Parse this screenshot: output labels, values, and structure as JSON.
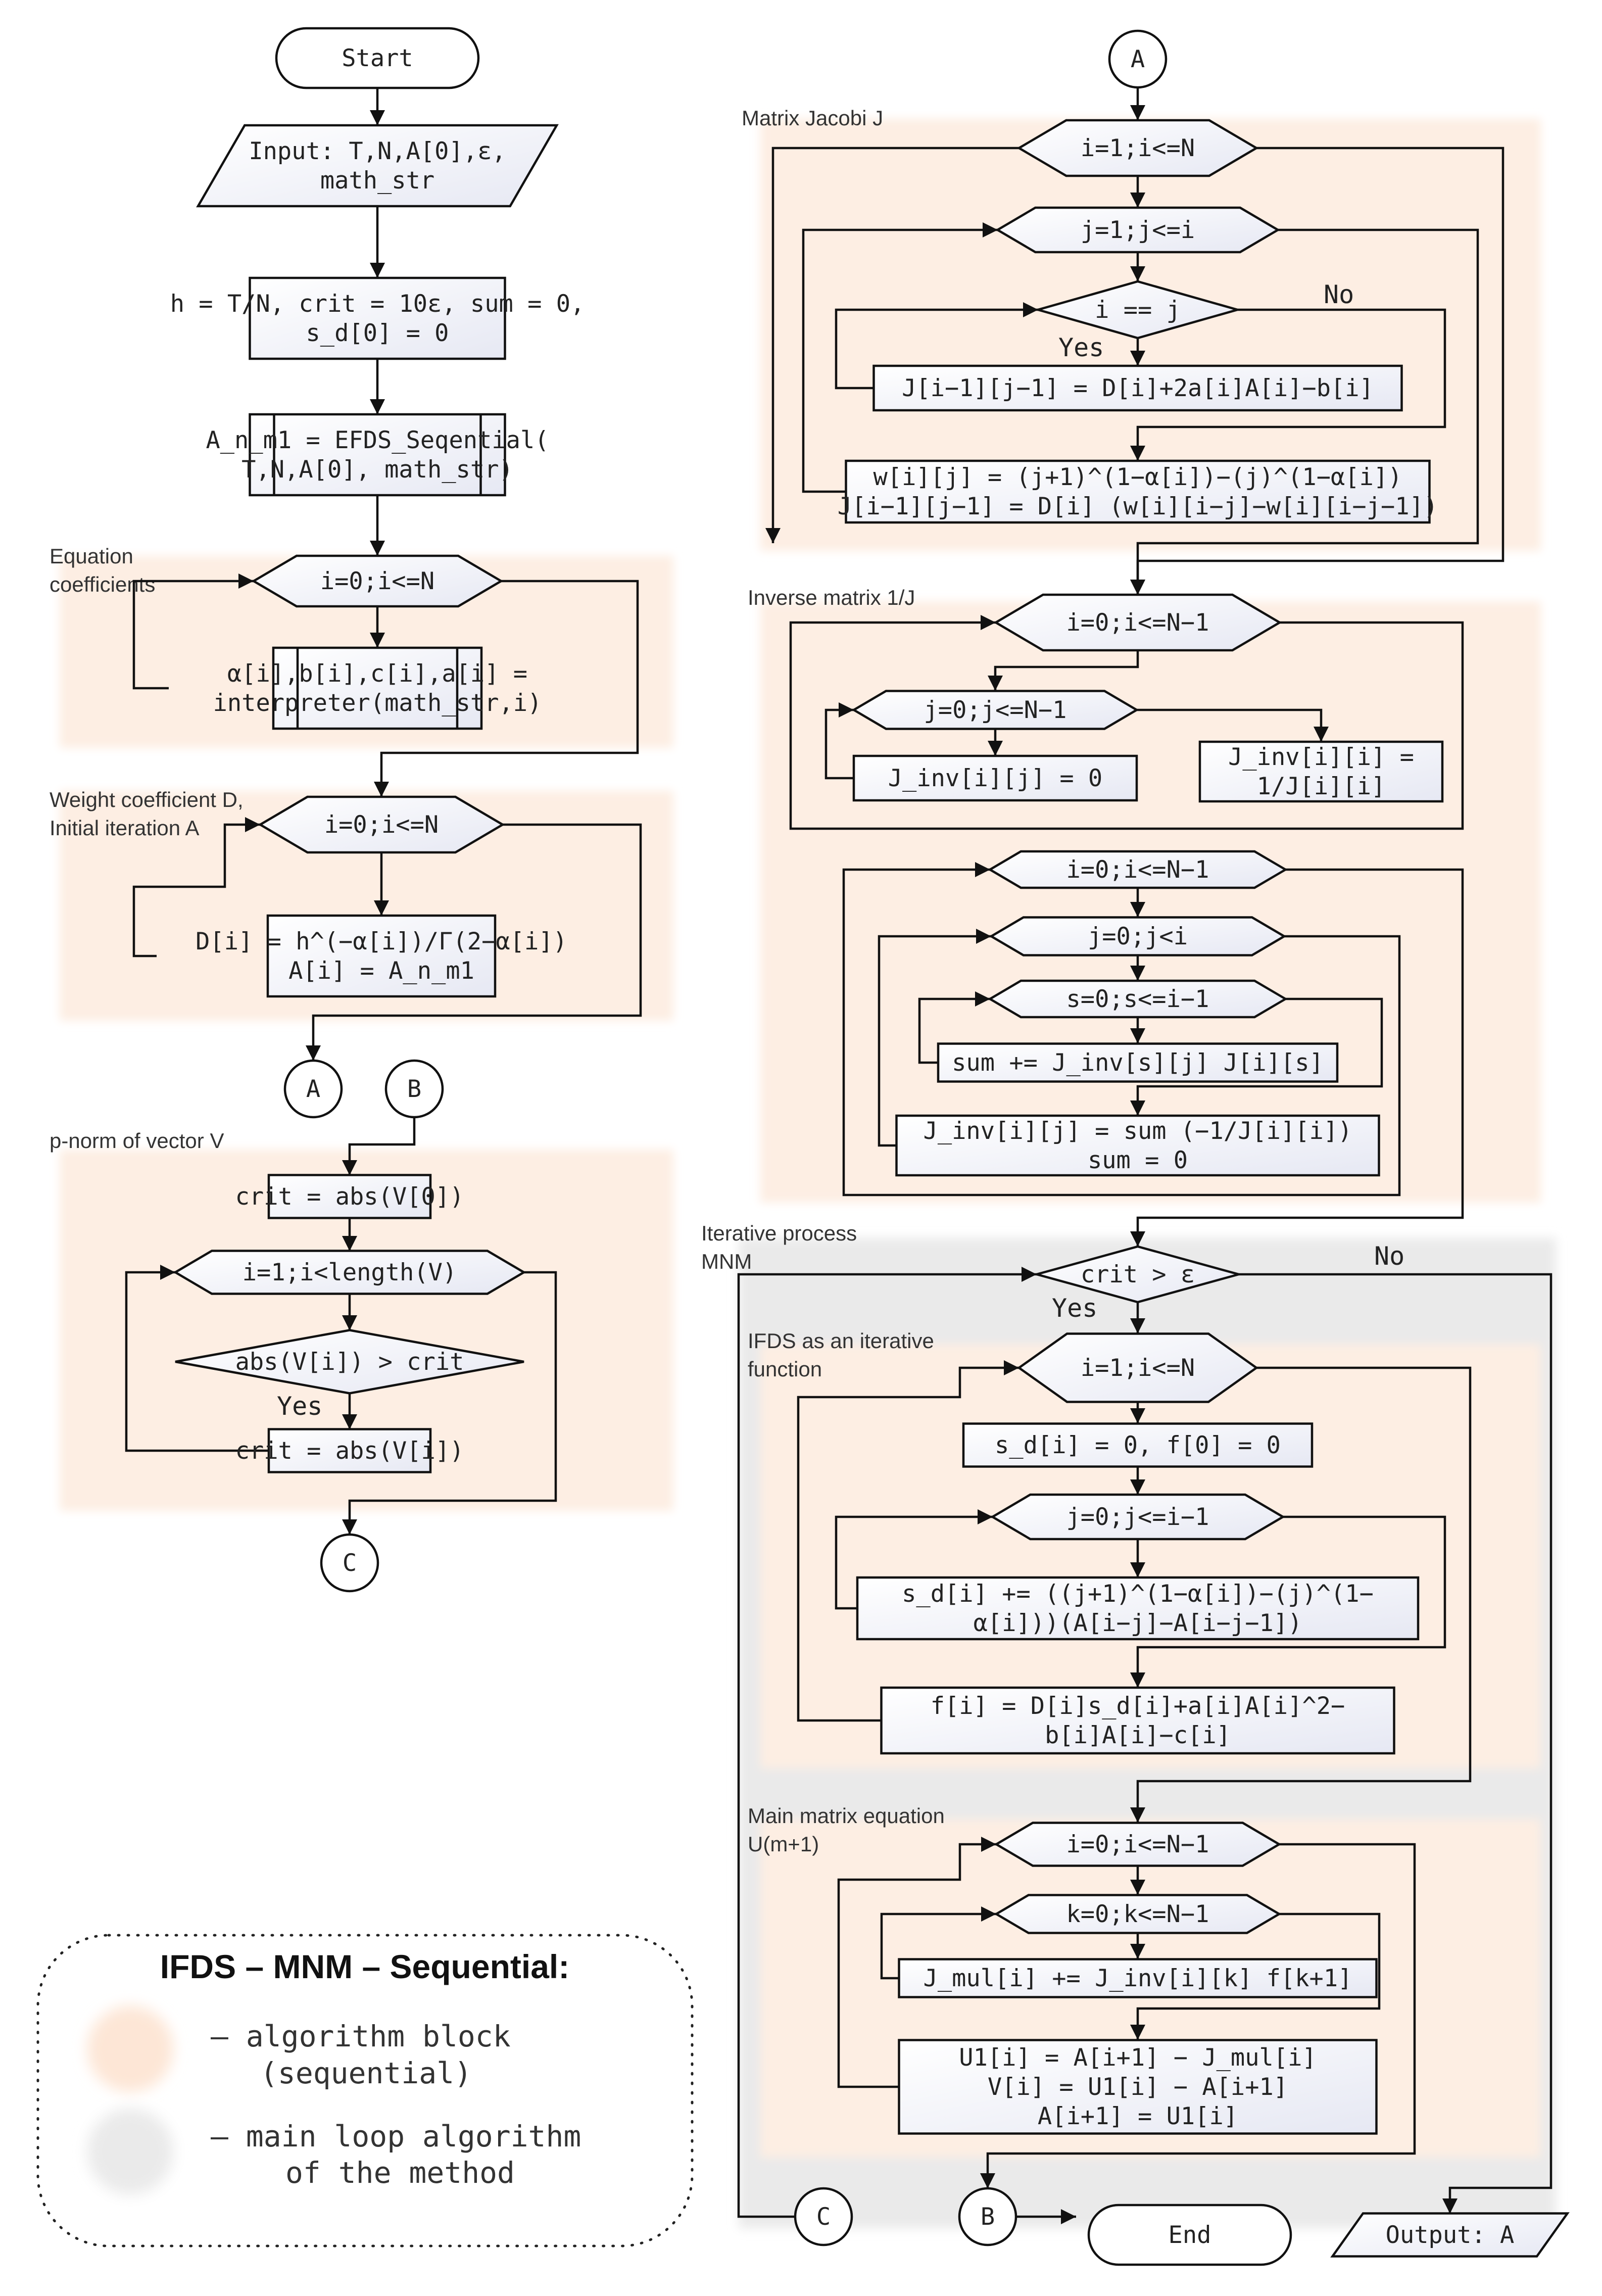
{
  "nodes": {
    "start": "Start",
    "input": [
      "Input: T,N,A[0],ε,",
      "math_str"
    ],
    "init": [
      "h = T/N, crit = 10ε, sum = 0,",
      "s_d[0] = 0"
    ],
    "efds": [
      "A_n_m1 = EFDS_Seqential(",
      "T,N,A[0], math_str)"
    ],
    "loop_coef": "i=0;i<=N",
    "interp": [
      "α[i],b[i],c[i],a[i] =",
      "interpreter(math_str,i)"
    ],
    "loop_weight": "i=0;i<=N",
    "weight": [
      "D[i] = h^(−α[i])/Γ(2−α[i])",
      "A[i] = A_n_m1"
    ],
    "conn_a1": "A",
    "conn_b1": "B",
    "pn_crit0": "crit = abs(V[0])",
    "pn_loop": "i=1;i<length(V)",
    "pn_cond": "abs(V[i]) > crit",
    "pn_set": "crit = abs(V[i])",
    "conn_c1": "C",
    "conn_a2": "A",
    "j_loop_i": "i=1;i<=N",
    "j_loop_j": "j=1;j<=i",
    "j_cond": "i == j",
    "j_diag": "J[i−1][j−1] = D[i]+2a[i]A[i]−b[i]",
    "j_off": [
      "w[i][j] = (j+1)^(1−α[i])−(j)^(1−α[i])",
      "J[i−1][j−1] = D[i] (w[i][i−j]−w[i][i−j−1])"
    ],
    "inv_loop_i": "i=0;i<=N−1",
    "inv_loop_j": "j=0;j<=N−1",
    "inv_zero": "J_inv[i][j] = 0",
    "inv_diag": [
      "J_inv[i][i] =",
      "1/J[i][i]"
    ],
    "inv2_loop_i": "i=0;i<=N−1",
    "inv2_loop_j": "j=0;j<i",
    "inv2_loop_s": "s=0;s<=i−1",
    "inv2_sum": "sum += J_inv[s][j] J[i][s]",
    "inv2_set": [
      "J_inv[i][j] = sum (−1/J[i][i])",
      "sum = 0"
    ],
    "mnm_cond": "crit > ε",
    "ifds_loop_i": "i=1;i<=N",
    "ifds_init": "s_d[i] = 0, f[0] = 0",
    "ifds_loop_j": "j=0;j<=i−1",
    "ifds_sd": [
      "s_d[i] += ((j+1)^(1−α[i])−(j)^(1−",
      "α[i]))(A[i−j]−A[i−j−1])"
    ],
    "ifds_f": [
      "f[i] = D[i]s_d[i]+a[i]A[i]^2−",
      "b[i]A[i]−c[i]"
    ],
    "mm_loop_i": "i=0;i<=N−1",
    "mm_loop_k": "k=0;k<=N−1",
    "mm_mul": "J_mul[i] += J_inv[i][k] f[k+1]",
    "mm_update": [
      "U1[i] = A[i+1] − J_mul[i]",
      "V[i] = U1[i] − A[i+1]",
      "A[i+1] = U1[i]"
    ],
    "conn_c2": "C",
    "conn_b2": "B",
    "end": "End",
    "output": "Output: A"
  },
  "regions": {
    "coef": [
      "Equation",
      "coefficients"
    ],
    "weight": [
      "Weight coefficient D,",
      "Initial iteration A"
    ],
    "pnorm": [
      "p-norm of vector V"
    ],
    "jacobi": [
      "Matrix Jacobi J"
    ],
    "inverse": [
      "Inverse matrix 1/J"
    ],
    "mnm": [
      "Iterative process",
      "MNM"
    ],
    "ifds": [
      "IFDS as an iterative",
      "function"
    ],
    "mm": [
      "Main matrix equation",
      "U(m+1)"
    ]
  },
  "branches": {
    "j_no": "No",
    "j_yes": "Yes",
    "pn_yes": "Yes",
    "mnm_no": "No",
    "mnm_yes": "Yes"
  },
  "legend": {
    "title": "IFDS – MNM – Sequential:",
    "items": [
      {
        "text": [
          "– algorithm block",
          "(sequential)"
        ],
        "color": "#fde6d6"
      },
      {
        "text": [
          "– main loop algorithm",
          "of the method"
        ],
        "color": "#eaeaea"
      }
    ]
  },
  "colors": {
    "block_region": "#fdeee3",
    "main_loop_region": "#eaeaea",
    "box_fill_light": "#ffffff",
    "box_fill_dark": "#e6e8f3"
  }
}
